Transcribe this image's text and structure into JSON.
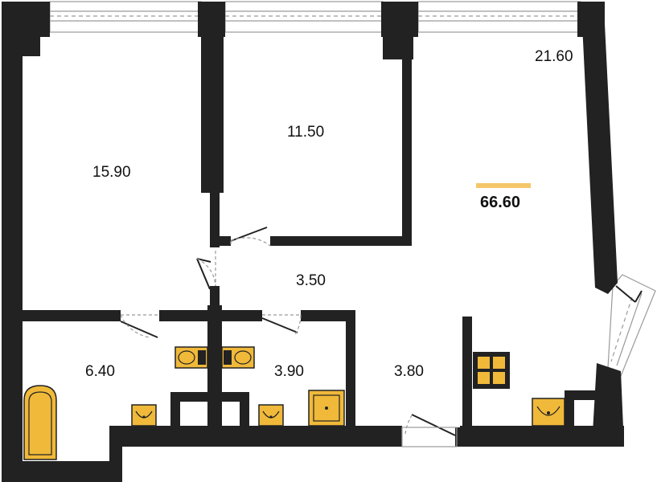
{
  "plan": {
    "total_area": "66.60",
    "colors": {
      "wall": "#222222",
      "fixture": "#F0B93A",
      "accent": "#F5C76A",
      "window": "#9a9a9a"
    },
    "rooms": [
      {
        "id": "living",
        "area": "21.60"
      },
      {
        "id": "bedroom-large",
        "area": "15.90"
      },
      {
        "id": "bedroom-small",
        "area": "11.50"
      },
      {
        "id": "corridor",
        "area": "3.50"
      },
      {
        "id": "bathroom",
        "area": "6.40"
      },
      {
        "id": "toilet",
        "area": "3.90"
      },
      {
        "id": "hall",
        "area": "3.80"
      }
    ],
    "fixtures": [
      "bathtub-icon",
      "sink-icon",
      "sink-icon",
      "sink-icon",
      "toilet-icon",
      "toilet-icon",
      "shower-tray-icon",
      "stove-icon",
      "kitchen-sink-icon"
    ]
  }
}
